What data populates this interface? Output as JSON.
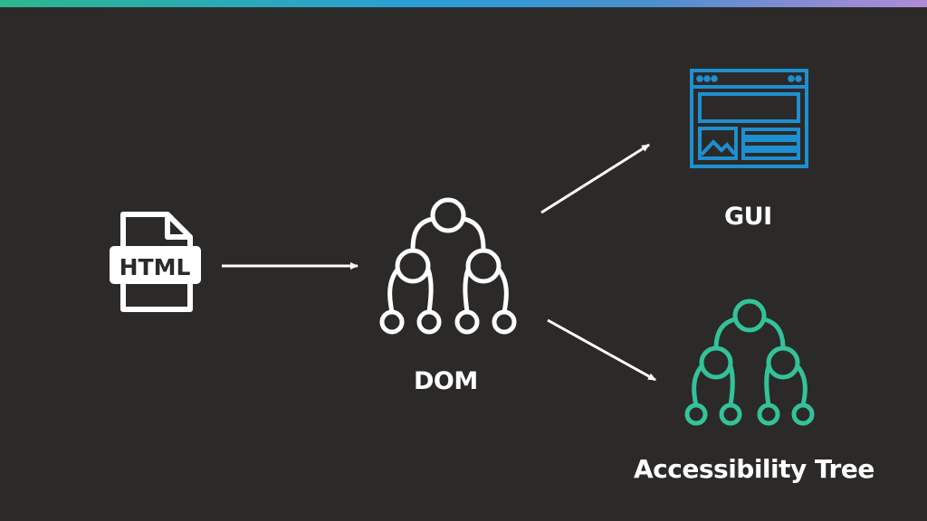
{
  "diagram": {
    "html_icon_text": "HTML",
    "dom_label": "DOM",
    "gui_label": "GUI",
    "accessibility_label": "Accessibility Tree"
  },
  "colors": {
    "background": "#2b2a28",
    "foreground": "#ffffff",
    "gui_blue": "#1e8fd0",
    "a11y_green": "#33c29a"
  },
  "icons": [
    "html-file-icon",
    "dom-tree-icon",
    "browser-window-icon",
    "accessibility-tree-icon"
  ]
}
